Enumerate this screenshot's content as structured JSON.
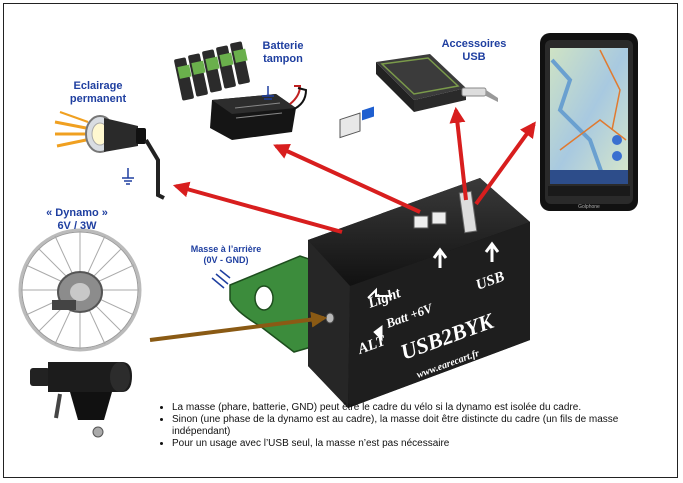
{
  "labels": {
    "eclairage": [
      "Eclairage",
      "permanent"
    ],
    "batterie": [
      "Batterie",
      "tampon"
    ],
    "usb_accessories": [
      "Accessoires",
      "USB"
    ],
    "dynamo": [
      "« Dynamo »",
      "6V / 3W"
    ],
    "masse": [
      "Masse à l’arrière",
      "(0V - GND)"
    ]
  },
  "box": {
    "light": "Light",
    "batt": "Batt +6V",
    "usb": "USB",
    "alt": "ALT",
    "brand": "USB2BYK",
    "url": "www.earecart.fr"
  },
  "phone_brand": "Golphone",
  "notes": [
    "La masse (phare, batterie, GND) peut être le cadre du vélo si la dynamo est isolée du cadre.",
    "Sinon (une phase de la dynamo est au cadre), la masse doit être distincte du cadre (un fils de masse indépendant)",
    "Pour un usage avec l’USB seul, la masse n’est pas nécessaire"
  ],
  "colors": {
    "label_blue": "#1f3fa0",
    "arrow_red": "#d81e1e",
    "arrow_brown": "#8a5a14",
    "bracket_green": "#3c8c3c",
    "box_black": "#1a1a1a"
  }
}
